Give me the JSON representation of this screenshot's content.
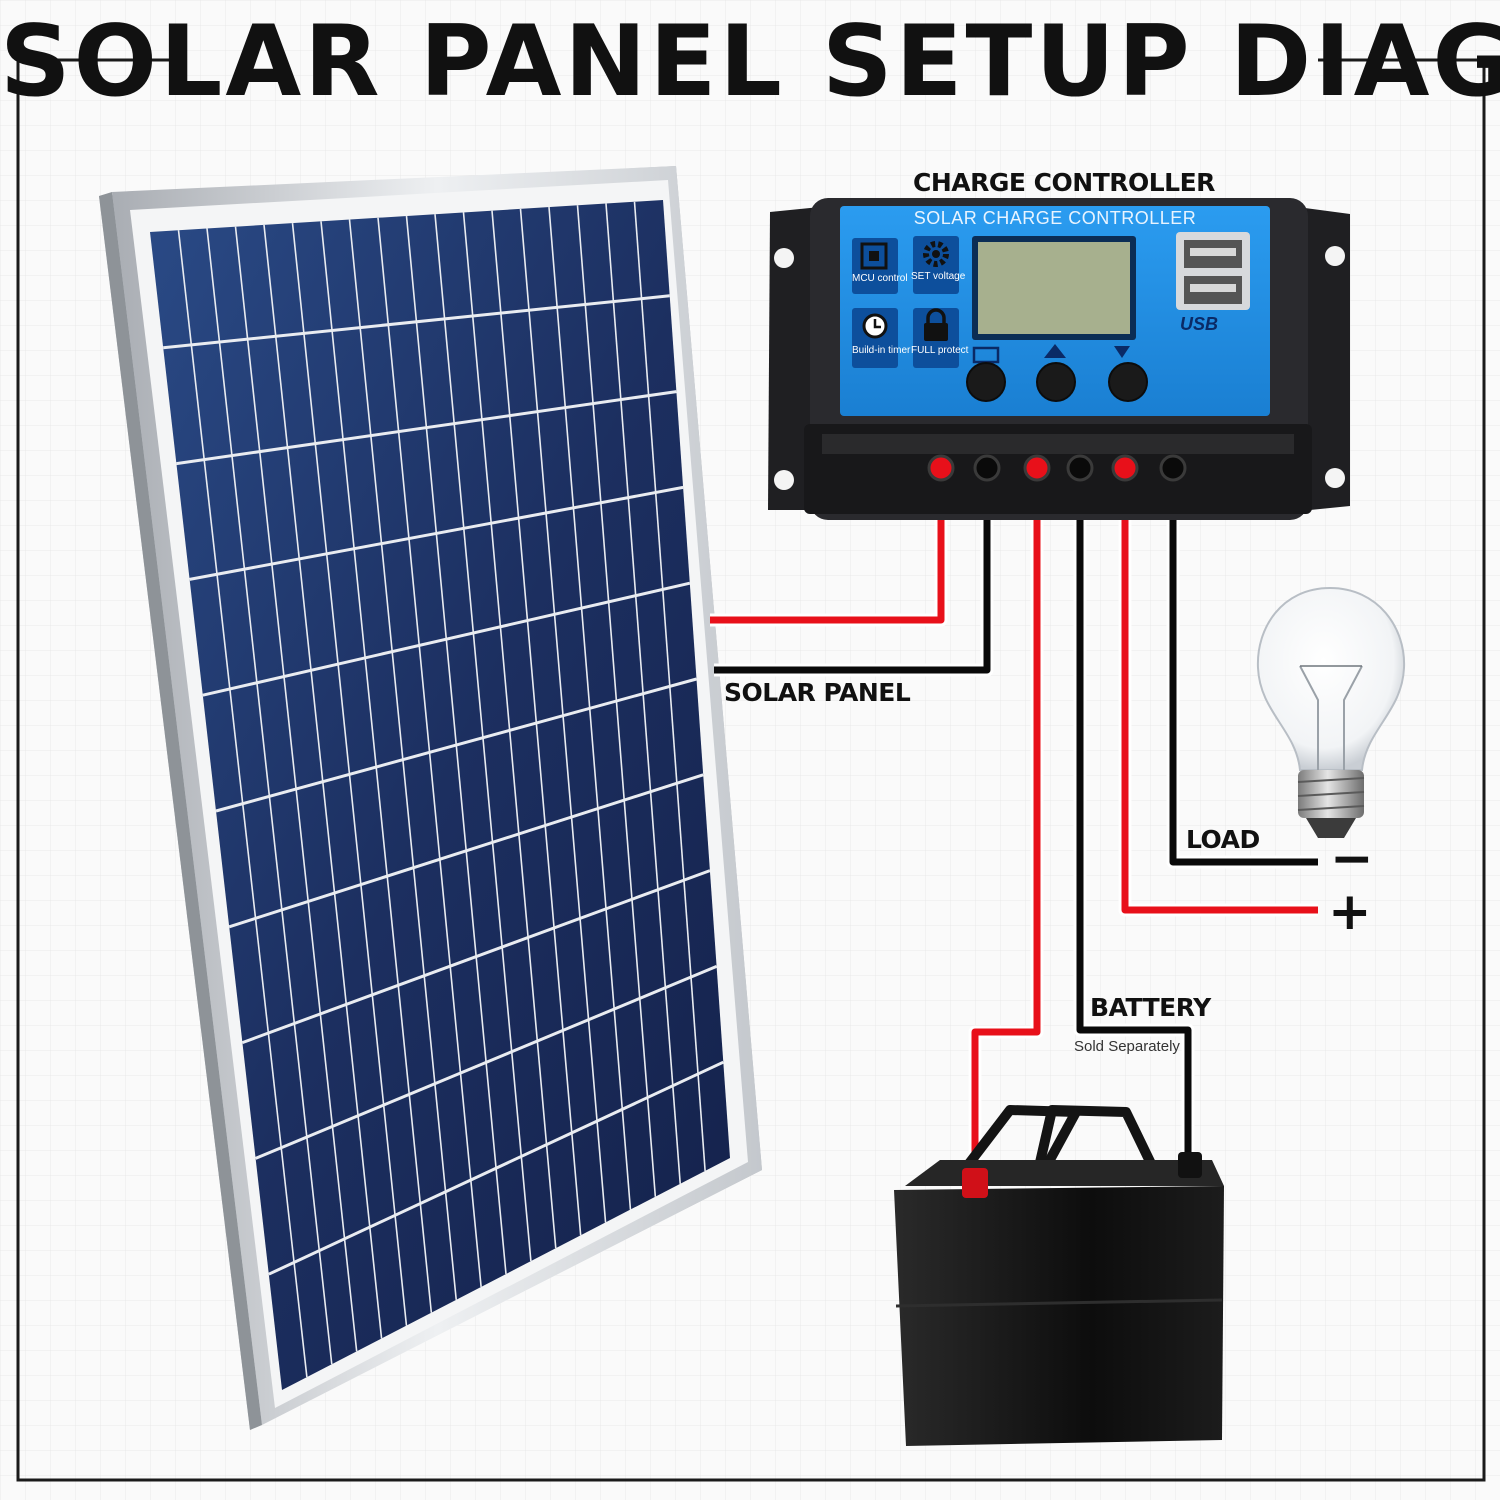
{
  "title": "SOLAR PANEL SETUP DIAGRAM",
  "labels": {
    "charge_controller": "CHARGE CONTROLLER",
    "solar_panel": "SOLAR PANEL",
    "load": "LOAD",
    "battery": "BATTERY",
    "battery_note": "Sold Separately",
    "minus": "−",
    "plus": "+"
  },
  "controller": {
    "heading": "SOLAR CHARGE CONTROLLER",
    "mcu": "MCU control",
    "set": "SET voltage",
    "timer": "Build-in timer",
    "full": "FULL protect",
    "usb": "USB"
  },
  "colors": {
    "wire_positive": "#e8101a",
    "wire_negative": "#0a0a0a",
    "controller_face": "#1f8fe0",
    "panel_cell": "#1d2f5e",
    "panel_frame": "#d9dde2"
  },
  "icons": [
    "chip-icon",
    "gear-icon",
    "clock-icon",
    "lock-icon",
    "light-bulb-icon",
    "battery-icon"
  ]
}
